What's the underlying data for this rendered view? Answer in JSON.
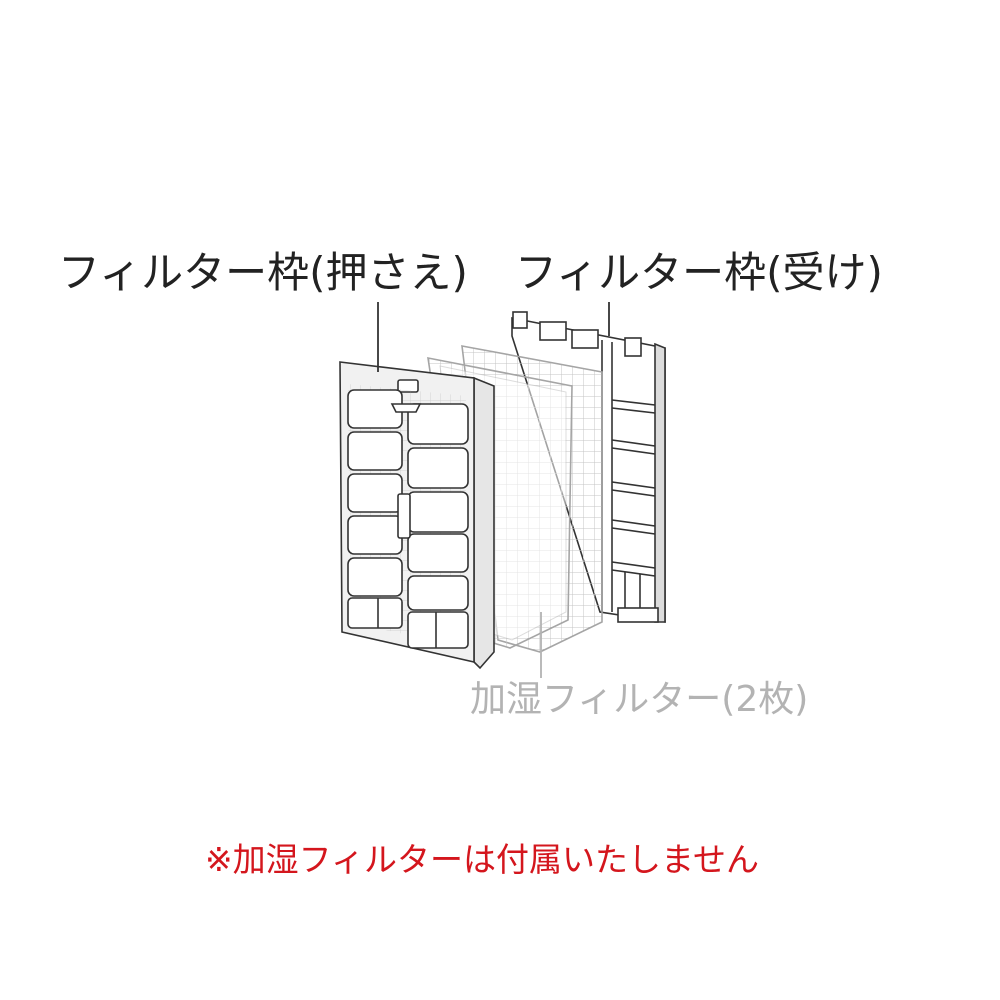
{
  "labels": {
    "frame_press": "フィルター枠(押さえ)",
    "frame_receive": "フィルター枠(受け)",
    "humidifying_filter": "加湿フィルター(2枚)"
  },
  "note": "※加湿フィルターは付属いたしません",
  "colors": {
    "line": "#333333",
    "filter_gray": "#b8b8b8",
    "note_red": "#d4161d"
  }
}
